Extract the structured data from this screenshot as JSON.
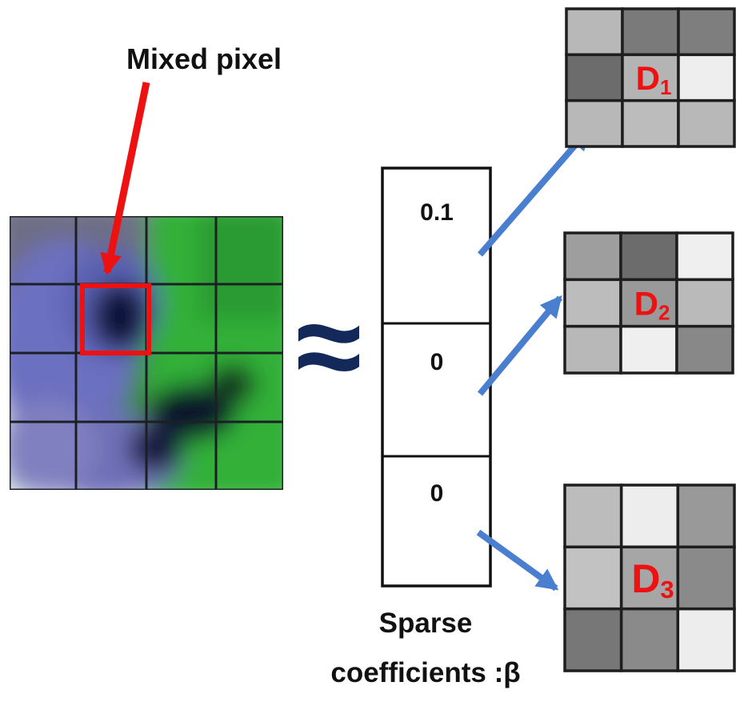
{
  "annotation": {
    "label": "Mixed pixel"
  },
  "approx_symbol": "≈",
  "coefficients": {
    "values": [
      "0.1",
      "0",
      "0"
    ],
    "caption_line1": "Sparse",
    "caption_line2": "coefficients :β"
  },
  "dictionary": [
    {
      "letter": "D",
      "subscript": "1"
    },
    {
      "letter": "D",
      "subscript": "2"
    },
    {
      "letter": "D",
      "subscript": "3"
    }
  ],
  "colors": {
    "annotation_red": "#ee1111",
    "arrow_blue": "#4a7fd0",
    "approx_navy": "#13295a",
    "atom_label_red": "#ee1111",
    "grid_line": "#1c1f24"
  }
}
